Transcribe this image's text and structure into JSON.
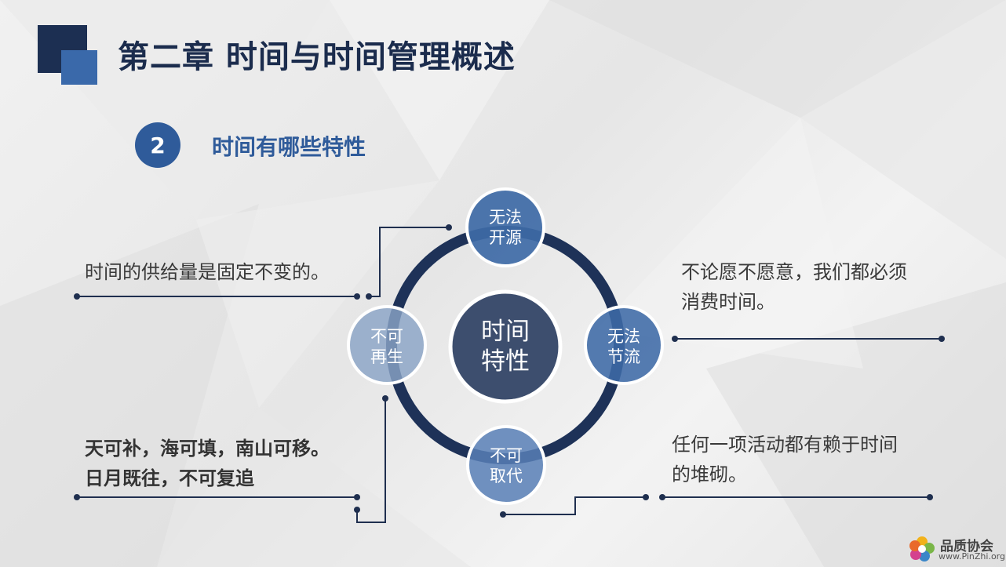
{
  "title": "第二章  时间与时间管理概述",
  "section": {
    "number": "2",
    "title": "时间有哪些特性"
  },
  "center": {
    "line1": "时间",
    "line2": "特性"
  },
  "nodes": {
    "top": {
      "line1": "无法",
      "line2": "开源"
    },
    "right": {
      "line1": "无法",
      "line2": "节流"
    },
    "bottom": {
      "line1": "不可",
      "line2": "取代"
    },
    "left": {
      "line1": "不可",
      "line2": "再生"
    }
  },
  "descriptions": {
    "top_left": {
      "line1": "时间的供给量是固定不变的。"
    },
    "top_right": {
      "line1": "不论愿不愿意，我们都必须",
      "line2": "消费时间。"
    },
    "bottom_left": {
      "line1": "天可补，海可填，南山可移。",
      "line2": "日月既往，不可复追"
    },
    "bottom_right": {
      "line1": "任何一项活动都有赖于时间",
      "line2": "的堆砌。"
    }
  },
  "watermark": {
    "name": "品质协会",
    "url": "www.PinZhi.org"
  },
  "colors": {
    "dark_navy": "#1c2f52",
    "accent_blue": "#3a69aa",
    "ring": "#1e3258",
    "node_blue": "#3e6aa6",
    "node_light": "#8aa3c6",
    "center": "#3d4e6e"
  }
}
